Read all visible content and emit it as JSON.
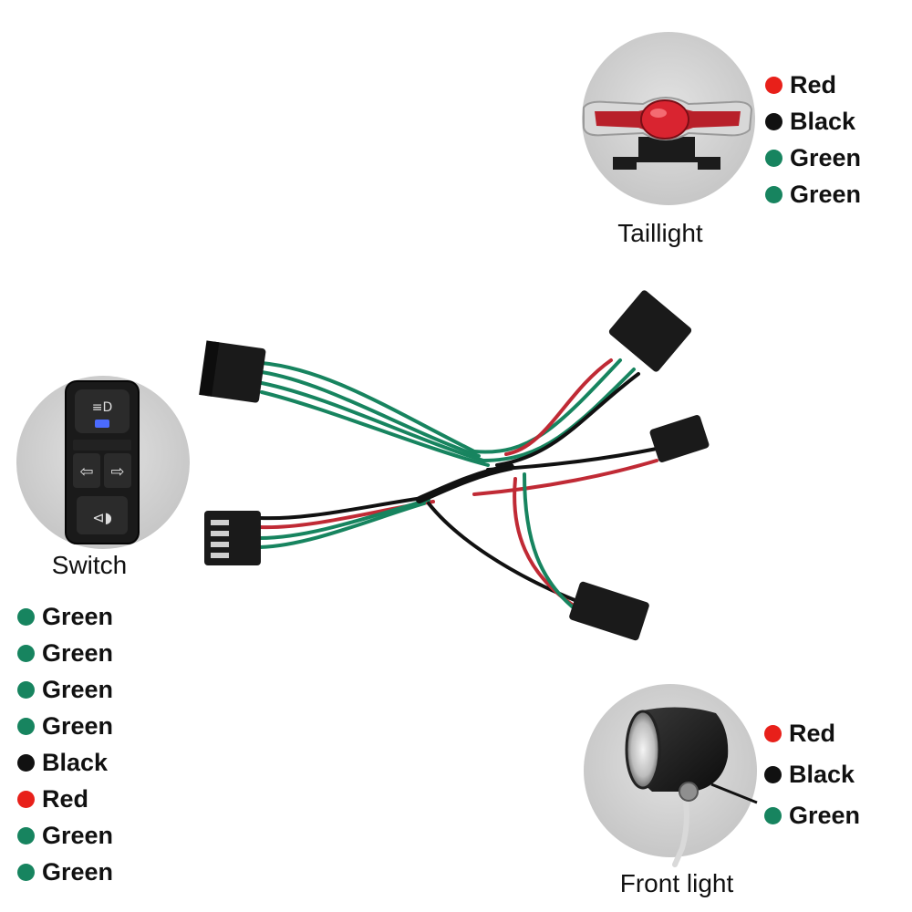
{
  "colors": {
    "red": "#e8201a",
    "black": "#111111",
    "green": "#17845f"
  },
  "components": {
    "taillight": {
      "caption": "Taillight",
      "wires": [
        {
          "label": "Red",
          "color": "red"
        },
        {
          "label": "Black",
          "color": "black"
        },
        {
          "label": "Green",
          "color": "green"
        },
        {
          "label": "Green",
          "color": "green"
        }
      ]
    },
    "switch": {
      "caption": "Switch",
      "wires": [
        {
          "label": "Green",
          "color": "green"
        },
        {
          "label": "Green",
          "color": "green"
        },
        {
          "label": "Green",
          "color": "green"
        },
        {
          "label": "Green",
          "color": "green"
        },
        {
          "label": "Black",
          "color": "black"
        },
        {
          "label": "Red",
          "color": "red"
        },
        {
          "label": "Green",
          "color": "green"
        },
        {
          "label": "Green",
          "color": "green"
        }
      ]
    },
    "front_light": {
      "caption": "Front light",
      "wires": [
        {
          "label": "Red",
          "color": "red"
        },
        {
          "label": "Black",
          "color": "black"
        },
        {
          "label": "Green",
          "color": "green"
        }
      ]
    }
  }
}
